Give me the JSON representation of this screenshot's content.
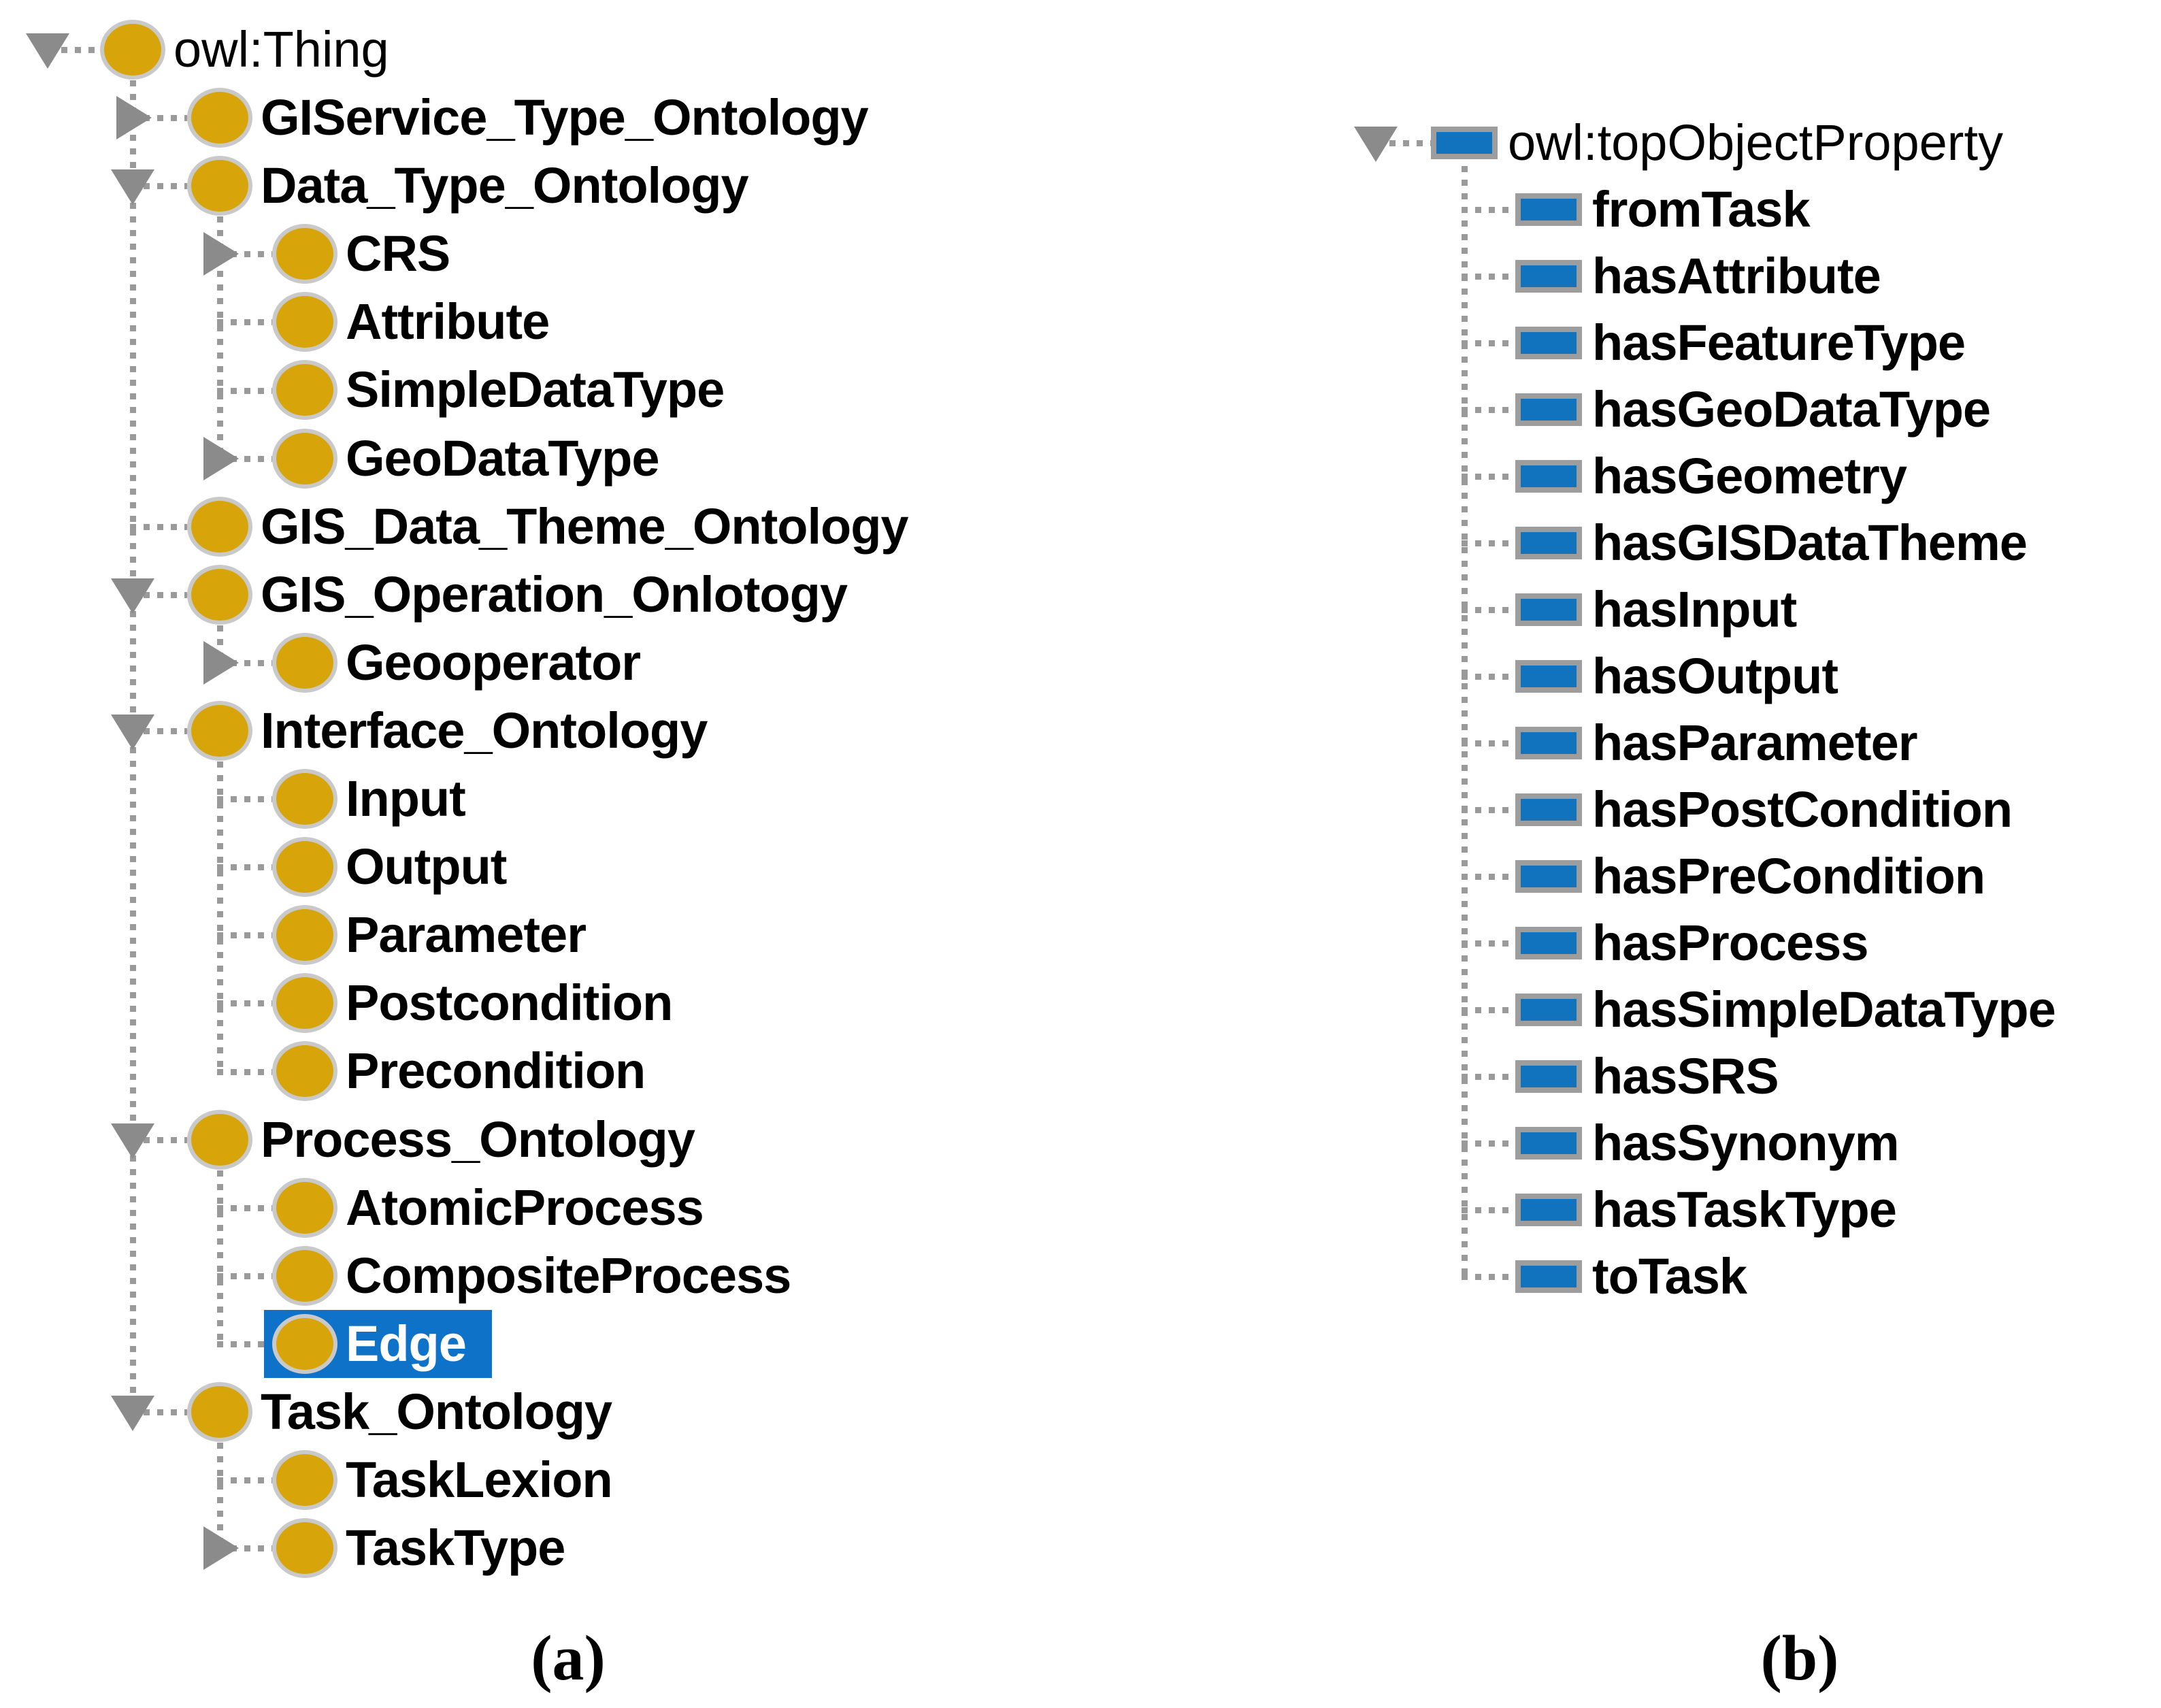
{
  "figure": {
    "panel_a_label": "(a)",
    "panel_b_label": "(b)"
  },
  "colors": {
    "class_icon_fill": "#D7A50A",
    "class_icon_rim": "#C9C9C9",
    "property_icon_fill": "#1173BE",
    "property_icon_border": "#9D9D9D",
    "selection_background": "#0E72C8",
    "selection_text": "#FFFFFF",
    "toggle_triangle": "#8B8B8B",
    "connector_dots": "#9A9A9A",
    "label_text": "#000000"
  },
  "class_tree": {
    "title": "class hierarchy",
    "rows": [
      {
        "label": "owl:Thing",
        "level": 0,
        "toggle": "expanded",
        "bold": false,
        "selected": false
      },
      {
        "label": "GIService_Type_Ontology",
        "level": 1,
        "toggle": "collapsed",
        "bold": true,
        "selected": false
      },
      {
        "label": "Data_Type_Ontology",
        "level": 1,
        "toggle": "expanded",
        "bold": true,
        "selected": false
      },
      {
        "label": "CRS",
        "level": 2,
        "toggle": "collapsed",
        "bold": true,
        "selected": false
      },
      {
        "label": "Attribute",
        "level": 2,
        "toggle": "none",
        "bold": true,
        "selected": false
      },
      {
        "label": "SimpleDataType",
        "level": 2,
        "toggle": "none",
        "bold": true,
        "selected": false
      },
      {
        "label": "GeoDataType",
        "level": 2,
        "toggle": "collapsed",
        "bold": true,
        "selected": false
      },
      {
        "label": "GIS_Data_Theme_Ontology",
        "level": 1,
        "toggle": "none",
        "bold": true,
        "selected": false
      },
      {
        "label": "GIS_Operation_Onlotogy",
        "level": 1,
        "toggle": "expanded",
        "bold": true,
        "selected": false
      },
      {
        "label": "Geooperator",
        "level": 2,
        "toggle": "collapsed",
        "bold": true,
        "selected": false
      },
      {
        "label": "Interface_Ontology",
        "level": 1,
        "toggle": "expanded",
        "bold": true,
        "selected": false
      },
      {
        "label": "Input",
        "level": 2,
        "toggle": "none",
        "bold": true,
        "selected": false
      },
      {
        "label": "Output",
        "level": 2,
        "toggle": "none",
        "bold": true,
        "selected": false
      },
      {
        "label": "Parameter",
        "level": 2,
        "toggle": "none",
        "bold": true,
        "selected": false
      },
      {
        "label": "Postcondition",
        "level": 2,
        "toggle": "none",
        "bold": true,
        "selected": false
      },
      {
        "label": "Precondition",
        "level": 2,
        "toggle": "none",
        "bold": true,
        "selected": false
      },
      {
        "label": "Process_Ontology",
        "level": 1,
        "toggle": "expanded",
        "bold": true,
        "selected": false
      },
      {
        "label": "AtomicProcess",
        "level": 2,
        "toggle": "none",
        "bold": true,
        "selected": false
      },
      {
        "label": "CompositeProcess",
        "level": 2,
        "toggle": "none",
        "bold": true,
        "selected": false
      },
      {
        "label": "Edge",
        "level": 2,
        "toggle": "none",
        "bold": true,
        "selected": true
      },
      {
        "label": "Task_Ontology",
        "level": 1,
        "toggle": "expanded",
        "bold": true,
        "selected": false
      },
      {
        "label": "TaskLexion",
        "level": 2,
        "toggle": "none",
        "bold": true,
        "selected": false
      },
      {
        "label": "TaskType",
        "level": 2,
        "toggle": "collapsed",
        "bold": true,
        "selected": false
      }
    ]
  },
  "property_tree": {
    "title": "object property hierarchy",
    "rows": [
      {
        "label": "owl:topObjectProperty",
        "level": 0,
        "toggle": "expanded",
        "bold": false,
        "selected": false
      },
      {
        "label": "fromTask",
        "level": 1,
        "toggle": "none",
        "bold": true,
        "selected": false
      },
      {
        "label": "hasAttribute",
        "level": 1,
        "toggle": "none",
        "bold": true,
        "selected": false
      },
      {
        "label": "hasFeatureType",
        "level": 1,
        "toggle": "none",
        "bold": true,
        "selected": false
      },
      {
        "label": "hasGeoDataType",
        "level": 1,
        "toggle": "none",
        "bold": true,
        "selected": false
      },
      {
        "label": "hasGeometry",
        "level": 1,
        "toggle": "none",
        "bold": true,
        "selected": false
      },
      {
        "label": "hasGISDataTheme",
        "level": 1,
        "toggle": "none",
        "bold": true,
        "selected": false
      },
      {
        "label": "hasInput",
        "level": 1,
        "toggle": "none",
        "bold": true,
        "selected": false
      },
      {
        "label": "hasOutput",
        "level": 1,
        "toggle": "none",
        "bold": true,
        "selected": false
      },
      {
        "label": "hasParameter",
        "level": 1,
        "toggle": "none",
        "bold": true,
        "selected": false
      },
      {
        "label": "hasPostCondition",
        "level": 1,
        "toggle": "none",
        "bold": true,
        "selected": false
      },
      {
        "label": "hasPreCondition",
        "level": 1,
        "toggle": "none",
        "bold": true,
        "selected": false
      },
      {
        "label": "hasProcess",
        "level": 1,
        "toggle": "none",
        "bold": true,
        "selected": false
      },
      {
        "label": "hasSimpleDataType",
        "level": 1,
        "toggle": "none",
        "bold": true,
        "selected": false
      },
      {
        "label": "hasSRS",
        "level": 1,
        "toggle": "none",
        "bold": true,
        "selected": false
      },
      {
        "label": "hasSynonym",
        "level": 1,
        "toggle": "none",
        "bold": true,
        "selected": false
      },
      {
        "label": "hasTaskType",
        "level": 1,
        "toggle": "none",
        "bold": true,
        "selected": false
      },
      {
        "label": "toTask",
        "level": 1,
        "toggle": "none",
        "bold": true,
        "selected": false
      }
    ]
  }
}
